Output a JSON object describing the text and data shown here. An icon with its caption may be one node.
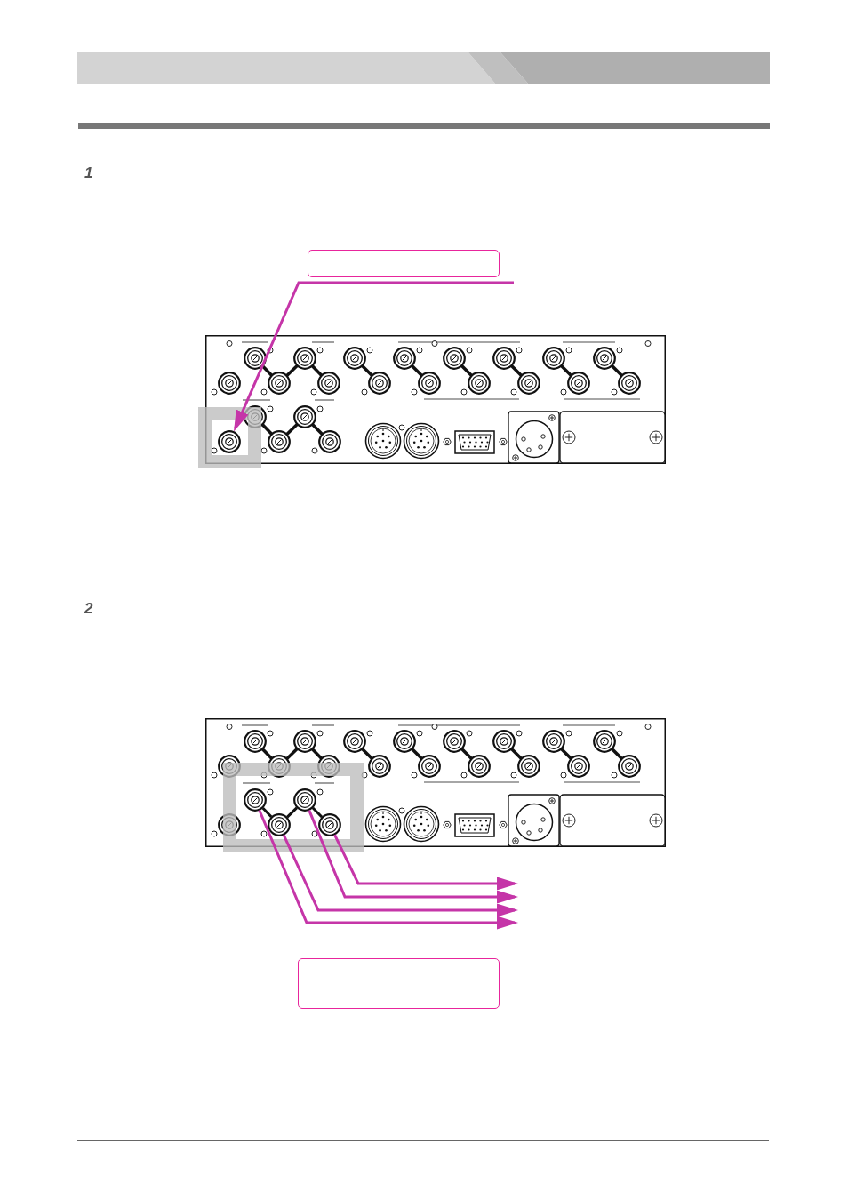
{
  "diagram": {
    "nodes": [
      {
        "text": [],
        "shape": "box"
      },
      {
        "text": [],
        "shape": "picture"
      },
      {
        "text": [],
        "shape": "circle",
        "in": 1
      },
      {
        "text": [],
        "shape": "picture"
      },
      {
        "text": [],
        "shape": "circle",
        "in": 3
      },
      {
        "text": [],
        "shape": "circle",
        "in": 3
      },
      {
        "text": [],
        "shape": "circle",
        "in": 3
      },
      {
        "text": [],
        "shape": "circle",
        "in": 3
      },
      {
        "text": [],
        "shape": "box"
      }
    ],
    "edges": [
      {
        "from": 0,
        "to": 2,
        "arrow": "to"
      },
      {
        "from": 4,
        "to": null,
        "arrow": "to"
      },
      {
        "from": 5,
        "to": null,
        "arrow": "to"
      },
      {
        "from": 6,
        "to": null,
        "arrow": "to"
      },
      {
        "from": 7,
        "to": null,
        "arrow": "to"
      },
      {
        "from": 4,
        "to": 6,
        "arrow": "none",
        "color": "#111111"
      },
      {
        "from": 6,
        "to": 5,
        "arrow": "none",
        "color": "#111111"
      },
      {
        "from": 5,
        "to": 7,
        "arrow": "none",
        "color": "#111111"
      }
    ],
    "labels": [
      "1",
      "2"
    ]
  }
}
